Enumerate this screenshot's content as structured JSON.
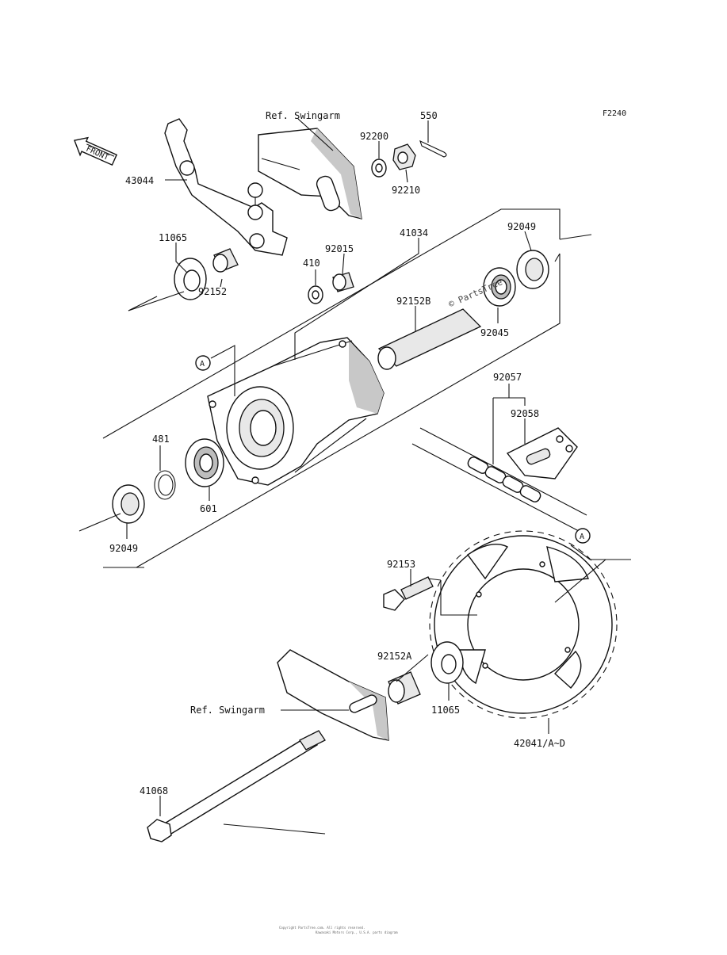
{
  "figure_code": "F2240",
  "front_label": "FRONT",
  "callout_letter": "A",
  "watermark": "© PartsTree",
  "footer_line_1": "Copyright PartsTree.com. All rights reserved.",
  "footer_line_2": "Kawasaki Motors Corp., U.S.A. parts diagram",
  "ref_swingarm": "Ref. Swingarm",
  "parts": {
    "p43044": "43044",
    "p11065_top": "11065",
    "p92152": "92152",
    "p410": "410",
    "p92015": "92015",
    "p41034": "41034",
    "p92049_top": "92049",
    "p92200": "92200",
    "p550": "550",
    "p92210": "92210",
    "p92152b": "92152B",
    "p92045": "92045",
    "p92057": "92057",
    "p92058": "92058",
    "p481": "481",
    "p601": "601",
    "p92049_bot": "92049",
    "p92153": "92153",
    "p92152a": "92152A",
    "p11065_bot": "11065",
    "p42041": "42041/A~D",
    "p41068": "41068"
  }
}
